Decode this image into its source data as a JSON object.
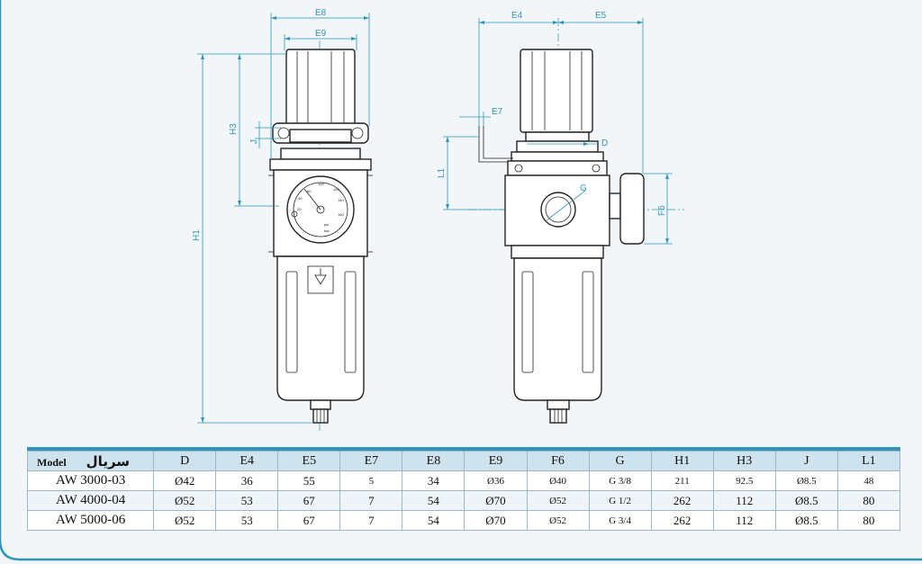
{
  "dimension_labels": {
    "E8": "E8",
    "E9": "E9",
    "H3": "H3",
    "J": "J",
    "H1": "H1",
    "E4": "E4",
    "E5": "E5",
    "E7": "E7",
    "D": "D",
    "L1": "L1",
    "G": "G",
    "F6": "F6"
  },
  "gauge": {
    "ticks": [
      "60",
      "100",
      "40",
      "120",
      "140",
      "20",
      "160"
    ],
    "unit_psi": "psi",
    "unit_bar": "bar"
  },
  "table": {
    "header_model": "Model",
    "header_model_fa": "سریال",
    "headers": [
      "D",
      "E4",
      "E5",
      "E7",
      "E8",
      "E9",
      "F6",
      "G",
      "H1",
      "H3",
      "J",
      "L1"
    ],
    "rows": [
      {
        "model": "AW 3000-03",
        "values": [
          "Ø42",
          "36",
          "55",
          "5",
          "34",
          "Ø36",
          "Ø40",
          "G 3/8",
          "211",
          "92.5",
          "Ø8.5",
          "48"
        ]
      },
      {
        "model": "AW 4000-04",
        "values": [
          "Ø52",
          "53",
          "67",
          "7",
          "54",
          "Ø70",
          "Ø52",
          "G 1/2",
          "262",
          "112",
          "Ø8.5",
          "80"
        ]
      },
      {
        "model": "AW 5000-06",
        "values": [
          "Ø52",
          "53",
          "67",
          "7",
          "54",
          "Ø70",
          "Ø52",
          "G 3/4",
          "262",
          "112",
          "Ø8.5",
          "80"
        ]
      }
    ]
  },
  "colors": {
    "accent": "#2e95b8",
    "frame": "#2e95b8",
    "line": "#222222"
  }
}
